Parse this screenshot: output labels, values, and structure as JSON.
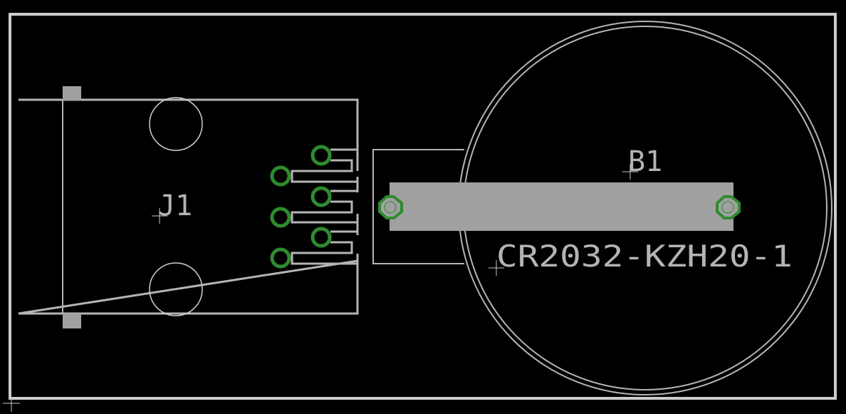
{
  "board": {
    "background_color": "#000000",
    "outline_color": "#cccccc",
    "silkscreen_color": "#b4b4b4",
    "pad_color": "#a0a0a0",
    "via_color": "#2e8b2e"
  },
  "components": [
    {
      "reference": "J1",
      "type": "connector",
      "holes": 6,
      "mounting_holes": 2
    },
    {
      "reference": "B1",
      "value": "CR2032-KZH20-1",
      "type": "coin-cell-holder",
      "holes": 2
    }
  ]
}
